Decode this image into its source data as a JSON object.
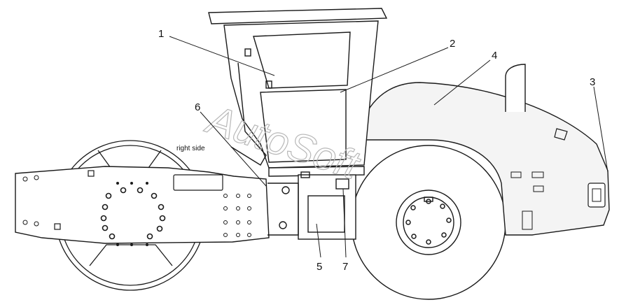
{
  "diagram": {
    "side_label": "right side",
    "watermark": "AutoSoft",
    "callouts": [
      {
        "id": "1",
        "label": "1"
      },
      {
        "id": "2",
        "label": "2"
      },
      {
        "id": "3",
        "label": "3"
      },
      {
        "id": "4",
        "label": "4"
      },
      {
        "id": "5",
        "label": "5"
      },
      {
        "id": "6",
        "label": "6"
      },
      {
        "id": "7",
        "label": "7"
      }
    ]
  },
  "colors": {
    "line": "#1a1a1a",
    "hood_fill": "#f4f4f4",
    "watermark": "#b8b8b8"
  }
}
